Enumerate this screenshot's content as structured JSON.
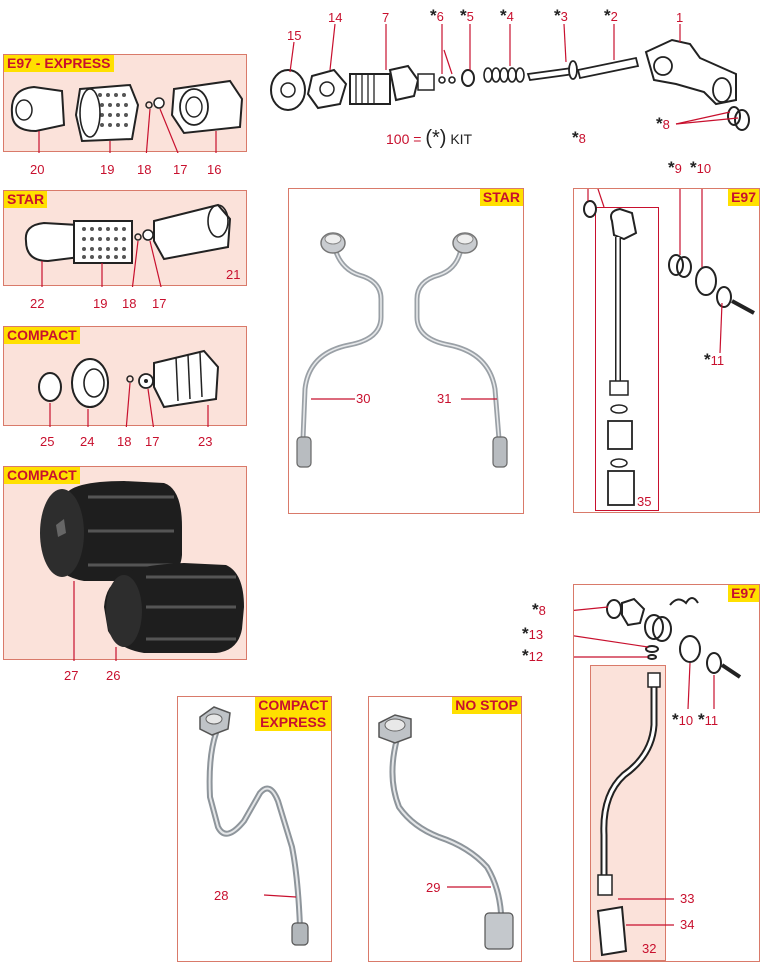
{
  "legend": {
    "kit_number": "100 =",
    "kit_symbol": "(*)",
    "kit_word": "KIT"
  },
  "panels": {
    "e97_express": {
      "tag": "E97 - EXPRESS",
      "parts": [
        "20",
        "19",
        "18",
        "17",
        "16"
      ]
    },
    "star_top": {
      "tag": "STAR",
      "parts": [
        "22",
        "19",
        "18",
        "17"
      ],
      "corner": "21"
    },
    "compact_top": {
      "tag": "COMPACT",
      "parts": [
        "25",
        "24",
        "18",
        "17",
        "23"
      ]
    },
    "compact_knobs": {
      "tag": "COMPACT",
      "parts": [
        "27",
        "26"
      ]
    },
    "star_center": {
      "tag": "STAR",
      "parts": [
        "30",
        "31"
      ]
    },
    "e97_right": {
      "tag": "E97",
      "parts": [
        "8",
        "9",
        "10",
        "11"
      ],
      "corner": "35"
    },
    "compact_express": {
      "tag_line1": "COMPACT",
      "tag_line2": "EXPRESS",
      "parts": [
        "28"
      ]
    },
    "no_stop": {
      "tag": "NO STOP",
      "parts": [
        "29"
      ]
    },
    "e97_bottom": {
      "tag": "E97",
      "parts": [
        "8",
        "13",
        "12",
        "10",
        "11",
        "33",
        "34"
      ],
      "corner": "32"
    }
  },
  "top_parts": [
    "15",
    "14",
    "7",
    "6",
    "5",
    "4",
    "3",
    "2",
    "1",
    "8"
  ],
  "colors": {
    "accent_red": "#c8102e",
    "tag_yellow": "#ffe000",
    "panel_pink": "#fbe2da",
    "border": "#d97a6a"
  }
}
